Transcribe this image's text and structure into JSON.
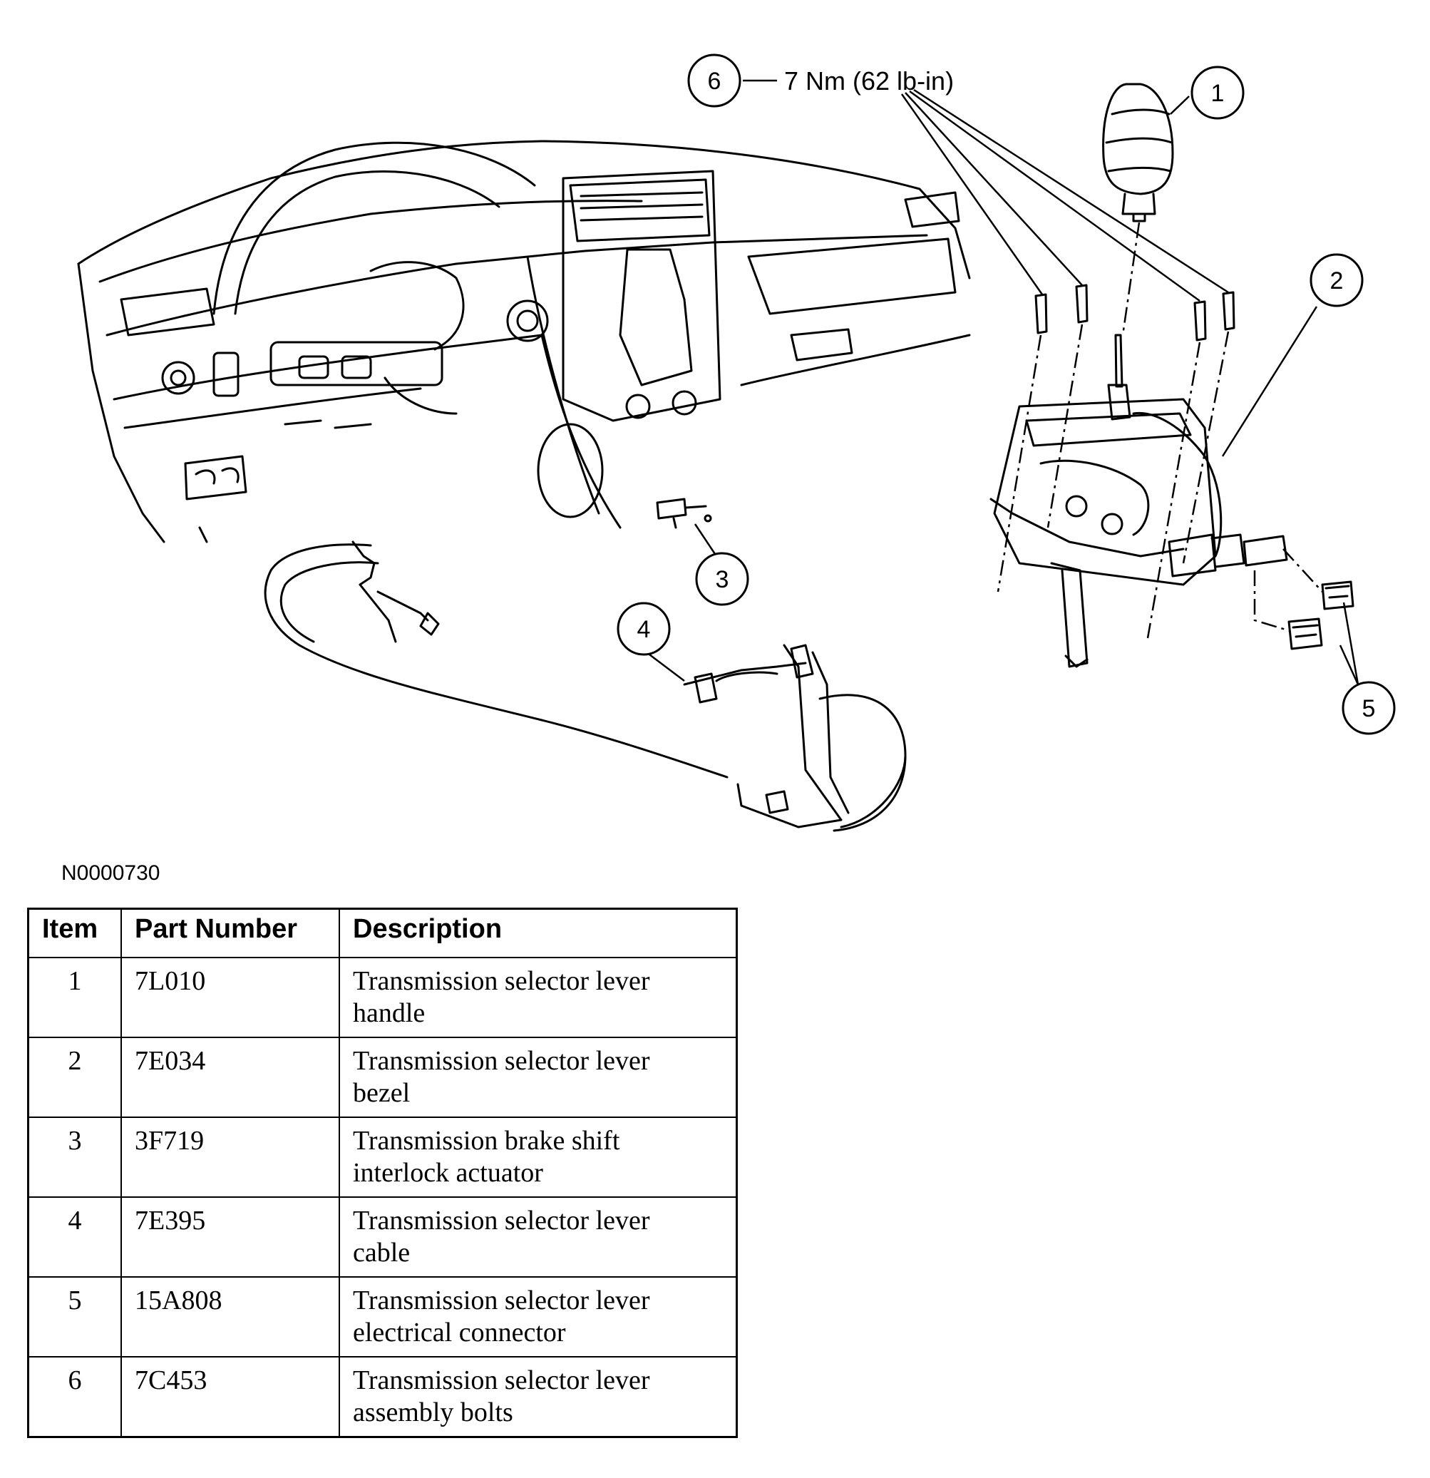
{
  "callouts": {
    "c1": "1",
    "c2": "2",
    "c3": "3",
    "c4": "4",
    "c5": "5",
    "c6": "6"
  },
  "torque_spec": "7 Nm (62 lb-in)",
  "figure_id": "N0000730",
  "table": {
    "headers": [
      "Item",
      "Part Number",
      "Description"
    ],
    "rows": [
      {
        "item": "1",
        "part": "7L010",
        "desc_lines": [
          "Transmission selector lever",
          "handle"
        ]
      },
      {
        "item": "2",
        "part": "7E034",
        "desc_lines": [
          "Transmission selector lever",
          "bezel"
        ]
      },
      {
        "item": "3",
        "part": "3F719",
        "desc_lines": [
          "Transmission brake shift",
          "interlock actuator"
        ]
      },
      {
        "item": "4",
        "part": "7E395",
        "desc_lines": [
          "Transmission selector lever",
          "cable"
        ]
      },
      {
        "item": "5",
        "part": "15A808",
        "desc_lines": [
          "Transmission selector lever",
          "electrical connector"
        ]
      },
      {
        "item": "6",
        "part": "7C453",
        "desc_lines": [
          "Transmission selector lever",
          "assembly bolts"
        ]
      }
    ]
  }
}
